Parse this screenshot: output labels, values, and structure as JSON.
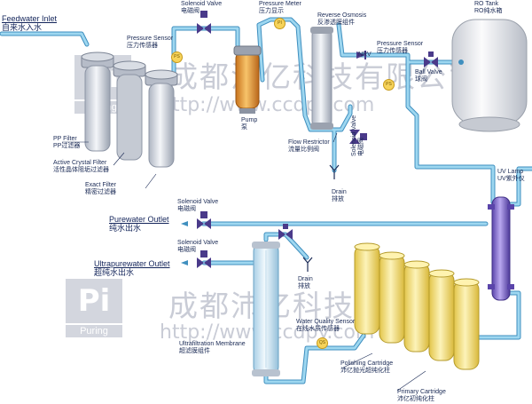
{
  "labels": {
    "feed_inlet": {
      "en": "Feedwater Inlet",
      "zh": "自来水入水"
    },
    "solenoid_top": {
      "en": "Solenoid Valve",
      "zh": "电磁阀"
    },
    "pressure_meter": {
      "en": "Pressure Meter",
      "zh": "压力显示"
    },
    "reverse_osmosis": {
      "en": "Reverse Osmosis",
      "zh": "反渗透膜组件"
    },
    "ro_tank": {
      "en": "RO Tank",
      "zh": "RO纯水箱"
    },
    "pressure_sensor_1": {
      "en": "Pressure Sensor",
      "zh": "压力传感器"
    },
    "pressure_sensor_2": {
      "en": "Pressure Sensor",
      "zh": "压力传感器"
    },
    "nrv": {
      "en": "NRV",
      "zh": ""
    },
    "ball_valve": {
      "en": "Ball Valve",
      "zh": "球阀"
    },
    "pump": {
      "en": "Pump",
      "zh": "泵"
    },
    "pp_filter": {
      "en": "PP Filter",
      "zh": "PP过滤器"
    },
    "crystal_filter": {
      "en": "Active Crystal Filter",
      "zh": "活性晶体阻垢过滤器"
    },
    "exact_filter": {
      "en": "Exact Filter",
      "zh": "精密过滤器"
    },
    "flow_restrictor": {
      "en": "Flow Restrictor",
      "zh": "流量比例阀"
    },
    "solenoid_vert": {
      "en": "Solenoid Valve",
      "zh": "电磁阀"
    },
    "drain_1": {
      "en": "Drain",
      "zh": "排放"
    },
    "uv_lamp": {
      "en": "UV Lamp",
      "zh": "UV紫外仪"
    },
    "solenoid_mid": {
      "en": "Solenoid Valve",
      "zh": "电磁阀"
    },
    "purewater_outlet": {
      "en": "Purewater Outlet",
      "zh": "纯水出水"
    },
    "solenoid_low": {
      "en": "Solenoid Valve",
      "zh": "电磁阀"
    },
    "ultrapure_outlet": {
      "en": "Ultrapurewater Outlet",
      "zh": "超纯水出水"
    },
    "drain_2": {
      "en": "Drain",
      "zh": "排放"
    },
    "water_quality_sensor": {
      "en": "Water Quality Sensor",
      "zh": "在线水质传感器"
    },
    "uf_membrane": {
      "en": "Ultrafiltration Membrane",
      "zh": "超滤膜组件"
    },
    "polishing_cartridge": {
      "en": "Polishing Cartridge",
      "zh": "沛亿抛光超纯化柱"
    },
    "primary_cartridge": {
      "en": "Primary Cartridge",
      "zh": "沛亿初纯化柱"
    }
  },
  "badges": {
    "ps": "PS",
    "pi": "PI",
    "qs": "QS"
  },
  "watermark": {
    "company_zh": "成都沛亿科技有限公司",
    "url": "http://www.ccdpy.com",
    "logo_letters": "Pi",
    "logo_word": "Puring"
  },
  "colors": {
    "pipe": "#8fd0ec",
    "pipe_outline": "#3f8fbf",
    "valve": "#4a3a8a",
    "filter": "#d8dde6",
    "pump": "#f0a23a",
    "cartridge": "#f3e07a",
    "uv": "#7b62c9",
    "badge": "#f6d35a"
  }
}
